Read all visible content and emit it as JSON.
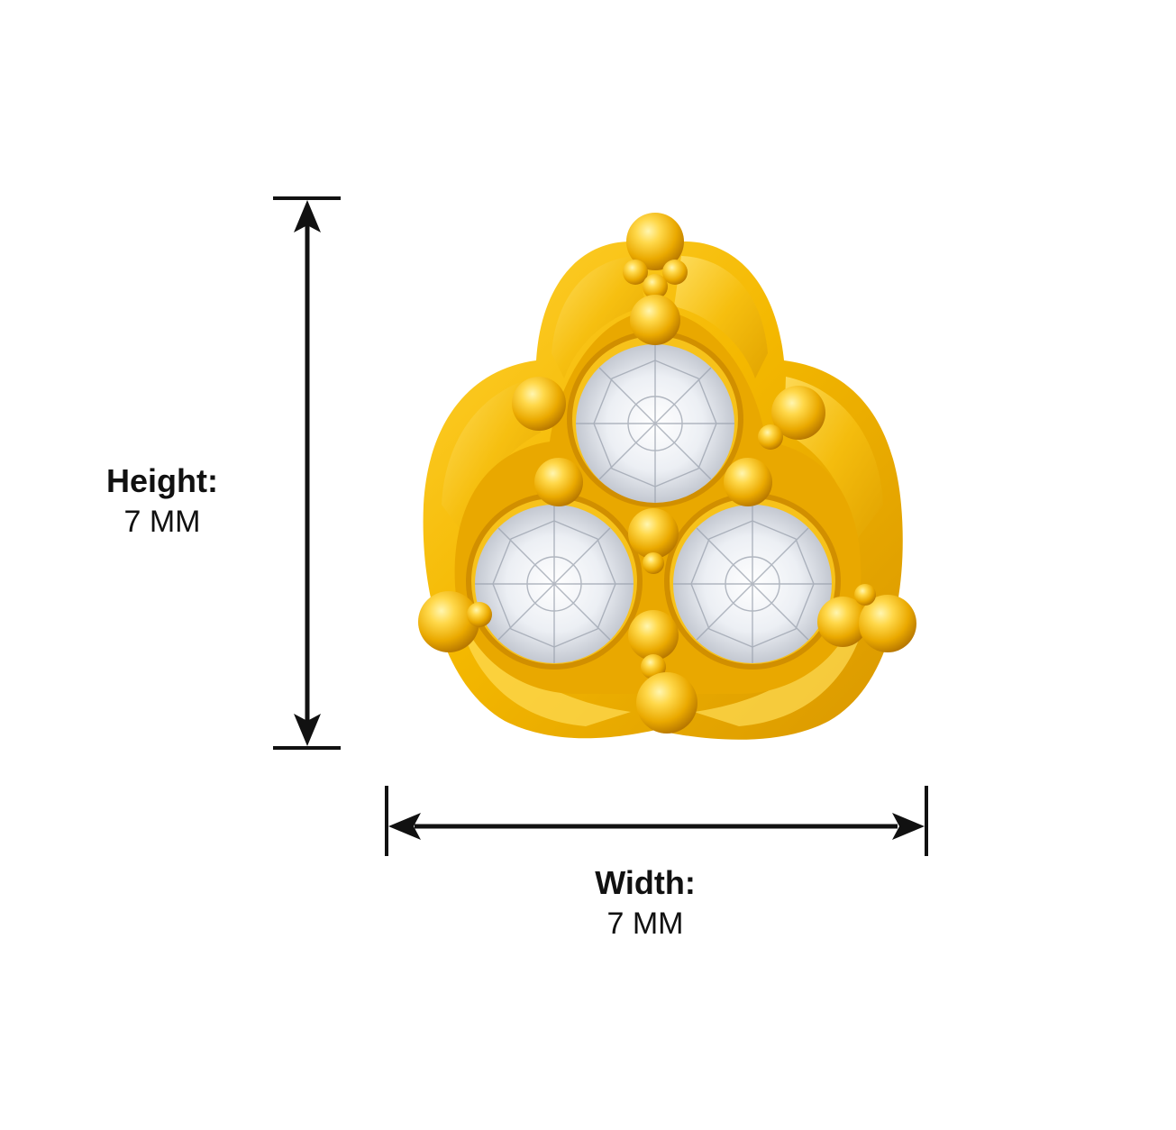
{
  "dimensions": {
    "height": {
      "title": "Height:",
      "value": "7 MM"
    },
    "width": {
      "title": "Width:",
      "value": "7 MM"
    }
  },
  "product": {
    "icon": "three-stone-stud-earring",
    "metal_color": "#f2b705",
    "metal_highlight": "#ffd84a",
    "metal_shadow": "#c98a00",
    "stone_color": "#eef0f5",
    "stones": 3
  },
  "colors": {
    "dimension_line": "#111111",
    "background": "#ffffff"
  }
}
